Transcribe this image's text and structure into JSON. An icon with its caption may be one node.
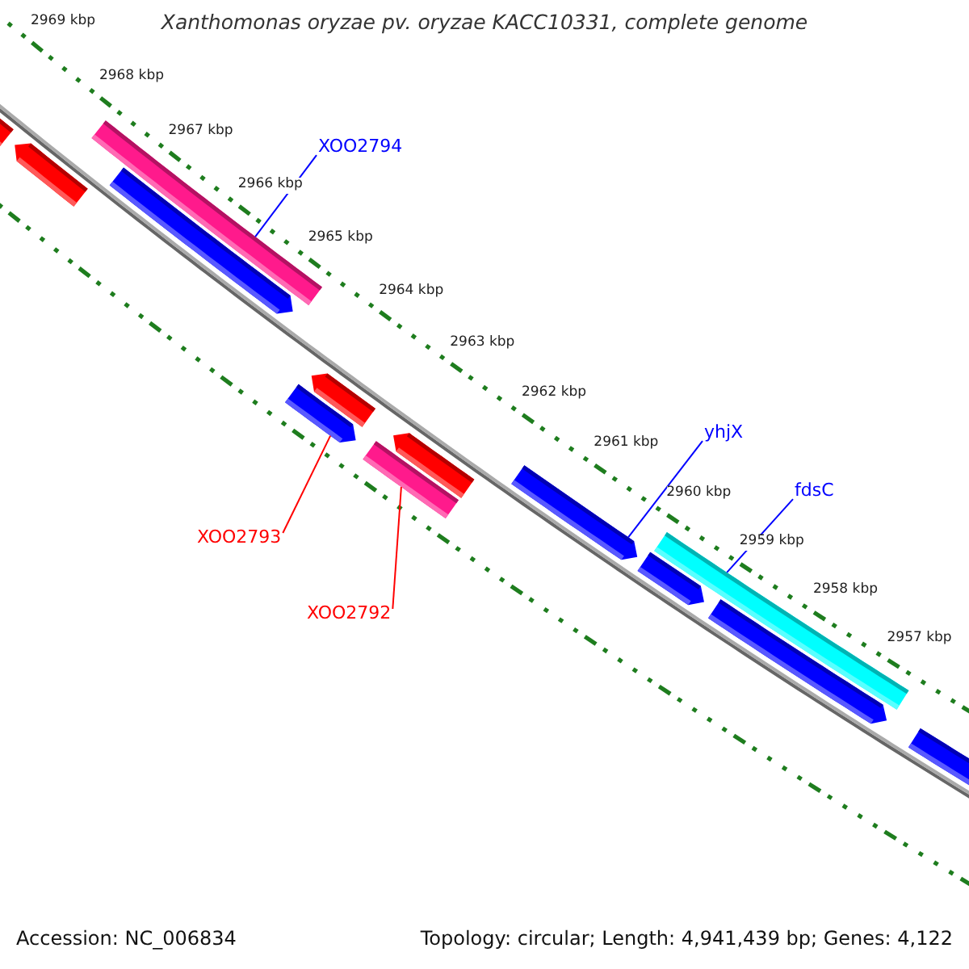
{
  "diagram": {
    "title": "Xanthomonas oryzae pv. oryzae KACC10331, complete genome",
    "nodes": [
      {
        "text": [
          "XOO2794"
        ]
      },
      {
        "text": [],
        "shape": "bar"
      },
      {
        "text": [],
        "shape": "bar"
      },
      {
        "text": [],
        "shape": "bar"
      },
      {
        "text": [],
        "shape": "bar"
      },
      {
        "text": [],
        "shape": "bar"
      },
      {
        "text": [],
        "shape": "bar"
      },
      {
        "text": [],
        "shape": "bar"
      },
      {
        "text": [],
        "shape": "bar"
      },
      {
        "text": [
          "yhjX"
        ]
      },
      {
        "text": [],
        "shape": "bar"
      },
      {
        "text": [
          "fdsC"
        ]
      },
      {
        "text": [],
        "shape": "bar"
      },
      {
        "text": [],
        "shape": "bar"
      },
      {
        "text": [],
        "shape": "bar"
      },
      {
        "text": [],
        "shape": "bar"
      },
      {
        "text": [
          "XOO2793"
        ]
      },
      {
        "text": [
          "XOO2792"
        ]
      }
    ],
    "edges": [
      {
        "from": 0,
        "to": 3,
        "arrow": "none"
      },
      {
        "from": 9,
        "to": 10,
        "arrow": "none"
      },
      {
        "from": 11,
        "to": 12,
        "arrow": "none"
      },
      {
        "from": 16,
        "to": 6,
        "arrow": "none",
        "color": "#ff0000"
      },
      {
        "from": 17,
        "to": 8,
        "arrow": "none",
        "color": "#ff0000"
      }
    ],
    "labels": [
      "2969 kbp",
      "2968 kbp",
      "2967 kbp",
      "2966 kbp",
      "2965 kbp",
      "2964 kbp",
      "2963 kbp",
      "2962 kbp",
      "2961 kbp",
      "2960 kbp",
      "2959 kbp",
      "2958 kbp",
      "2957 kbp",
      "Accession: NC_006834",
      "Topology: circular; Length: 4,941,439 bp; Genes: 4,122"
    ]
  }
}
